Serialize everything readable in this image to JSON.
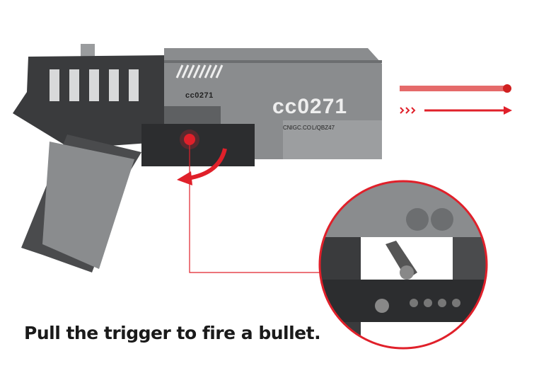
{
  "caption": "Pull the trigger to fire a bullet.",
  "gun_markings": {
    "model_small": "cc0271",
    "model_large": "cc0271",
    "brand": "CNIGC.CO",
    "designation": "L/QBZ47"
  },
  "colors": {
    "accent_red": "#e0202a",
    "body_gray": "#8a8c8e",
    "dark_gray": "#3a3b3d"
  }
}
